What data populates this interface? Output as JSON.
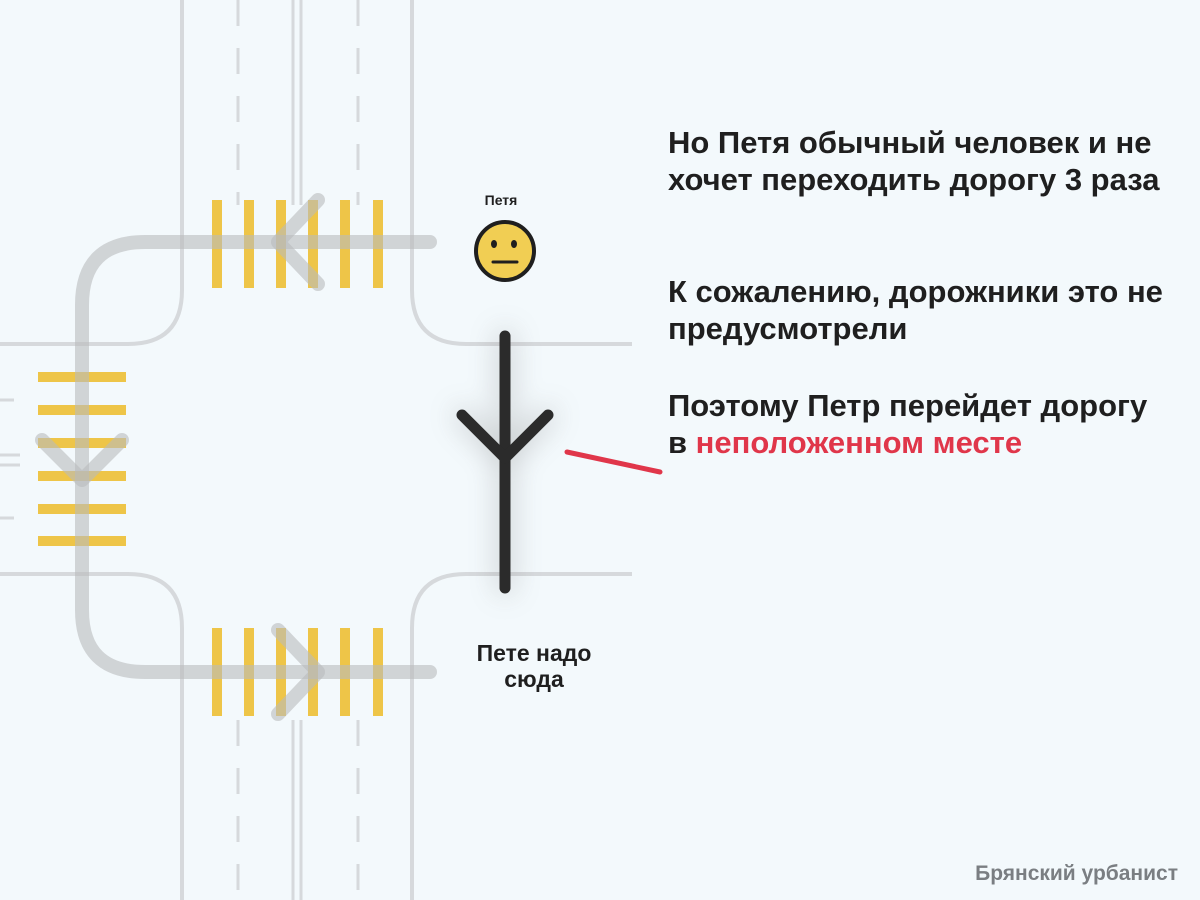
{
  "labels": {
    "petya": "Петя",
    "destination": "Пете надо сюда"
  },
  "paragraphs": {
    "p1": "Но Петя обычный человек и не хочет переходить дорогу 3 раза",
    "p2": "К сожалению, дорожники это не предусмотрели",
    "p3_prefix": "Поэтому Петр перейдет дорогу в ",
    "p3_highlight": "неположенном месте"
  },
  "brand": "Брянский урбанист",
  "colors": {
    "background": "#f3f9fc",
    "road_edge": "#d6d9dc",
    "crosswalk": "#eec548",
    "path_arrow": "#c7c9cb",
    "highlight": "#e0364a",
    "route": "#2b2b2b",
    "face": "#f1ce53"
  },
  "icons": {
    "pedestrian": "neutral-face-icon",
    "route_mark": "fork-arrow-icon"
  }
}
